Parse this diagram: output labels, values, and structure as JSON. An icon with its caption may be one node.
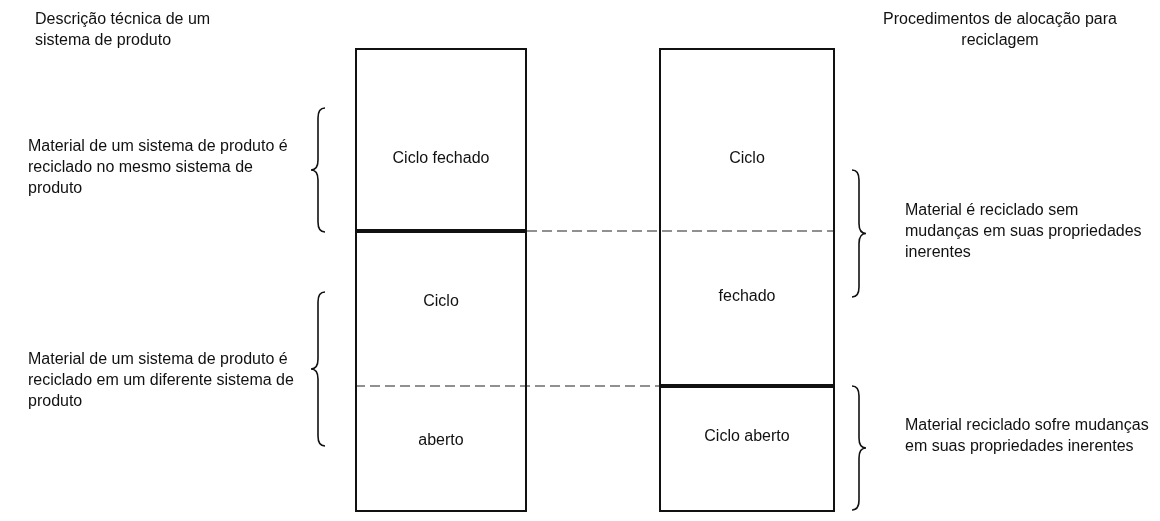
{
  "diagram": {
    "nodes": [
      {
        "text": [
          "Ciclo fechado"
        ]
      },
      {
        "text": [
          "Ciclo",
          "aberto"
        ]
      },
      {
        "text": [
          "Ciclo",
          "fechado"
        ]
      },
      {
        "text": [
          "Ciclo aberto"
        ]
      }
    ],
    "labels": [
      "Descrição técnica de um sistema de produto",
      "Procedimentos de alocação para reciclagem",
      "Material de um sistema de produto é reciclado no mesmo sistema de produto",
      "Material é reciclado sem mudanças em suas propriedades inerentes",
      "Material de um sistema de produto é reciclado em um diferente sistema de produto",
      "Material reciclado sofre mudanças em suas propriedades inerentes"
    ]
  }
}
